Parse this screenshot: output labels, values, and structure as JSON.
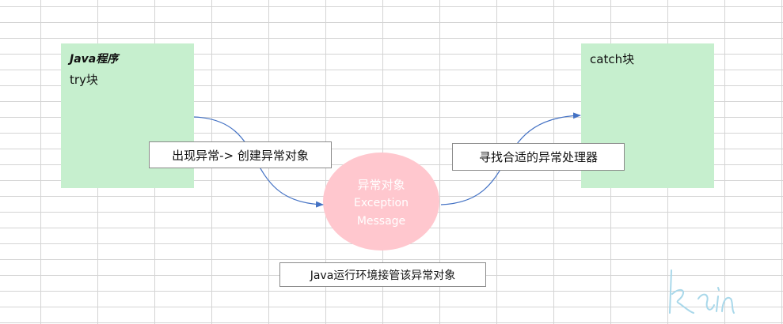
{
  "diagram": {
    "try_block": {
      "title": "Java程序",
      "label": "try块"
    },
    "catch_block": {
      "label": "catch块"
    },
    "create_label": "出现异常-> 创建异常对象",
    "exception_object": {
      "title": "异常对象",
      "line2": "Exception",
      "line3": "Message"
    },
    "find_label": "寻找合适的异常处理器",
    "runtime_label": "Java运行环境接管该异常对象",
    "signature": "kain"
  },
  "colors": {
    "block_fill": "#c6efce",
    "ellipse_fill": "#ffc7ce",
    "arrow": "#4472c4",
    "signature": "#a9d8ea"
  }
}
